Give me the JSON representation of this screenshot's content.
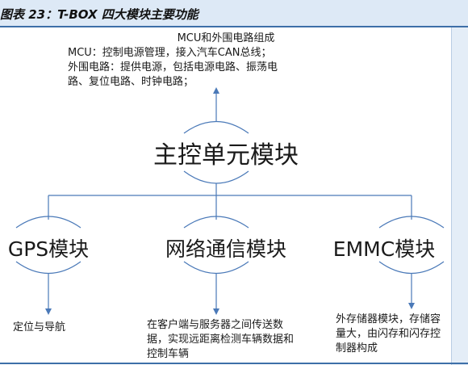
{
  "figure_title": "图表 23：T-BOX 四大模块主要功能",
  "top_block": {
    "heading": "MCU和外围电路组成",
    "line1": "MCU：控制电源管理，接入汽车CAN总线；",
    "line2": "外围电路：提供电源，包括电源电路、振荡电",
    "line3": "路、复位电路、时钟电路；"
  },
  "main_module": "主控单元模块",
  "modules": [
    {
      "name": "GPS模块",
      "description": "定位与导航"
    },
    {
      "name": "网络通信模块",
      "description": "在客户端与服务器之间传送数据，实现远距离检测车辆数据和控制车辆"
    },
    {
      "name": "EMMC模块",
      "description": "外存储器模块，存储容量大，由闪存和闪存控制器构成"
    }
  ],
  "colors": {
    "connector": "#4a79b8",
    "header_bg": "#dde9f6",
    "header_rule": "#3d6fa8",
    "side_panel": "#e4edf7"
  }
}
